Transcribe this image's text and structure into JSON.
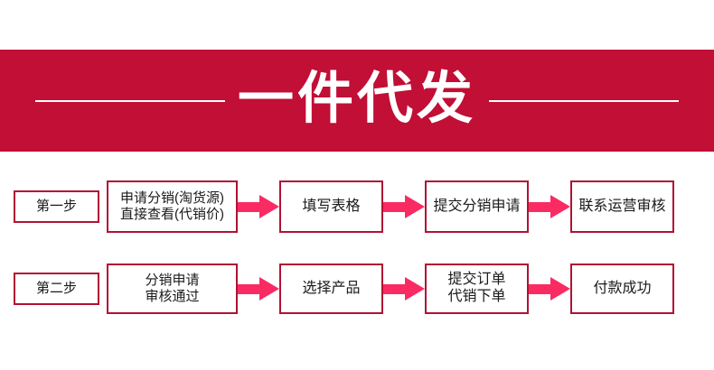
{
  "banner": {
    "title": "一件代发",
    "background_color": "#c10f35",
    "text_color": "#ffffff",
    "rule_color": "#ffffff"
  },
  "theme": {
    "box_border_color": "#b01234",
    "arrow_color": "#fa2b63",
    "box_text_color": "#1a1a1a",
    "page_background": "#ffffff"
  },
  "flow": {
    "rows": [
      {
        "step_label": "第一步",
        "nodes": [
          "申请分销(淘货源)\n直接查看(代销价)",
          "填写表格",
          "提交分销申请",
          "联系运营审核"
        ]
      },
      {
        "step_label": "第二步",
        "nodes": [
          "分销申请\n审核通过",
          "选择产品",
          "提交订单\n代销下单",
          "付款成功"
        ]
      }
    ]
  }
}
